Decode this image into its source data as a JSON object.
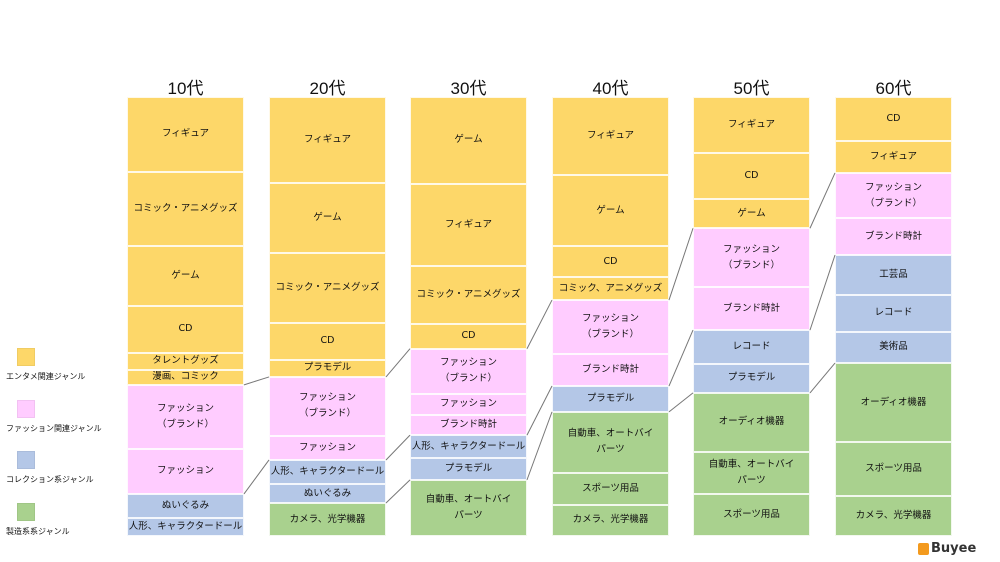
{
  "colors": {
    "entertainment": "#fdd769",
    "fashion": "#ffccff",
    "collection": "#b4c7e7",
    "manufacturing": "#a9d18e",
    "link": "#777777"
  },
  "legend": [
    {
      "key": "entertainment",
      "label": "エンタメ関連ジャンル"
    },
    {
      "key": "fashion",
      "label": "ファッション関連ジャンル"
    },
    {
      "key": "collection",
      "label": "コレクション系ジャンル"
    },
    {
      "key": "manufacturing",
      "label": "製造系系ジャンル"
    }
  ],
  "logo": {
    "text": "Buyee"
  },
  "chart_data": {
    "type": "stacked-bar",
    "unit": "percent share",
    "columns": [
      {
        "title": "10代",
        "segments": [
          {
            "label": "フィギュア",
            "group": "entertainment",
            "value": 17.1
          },
          {
            "label": "コミック・アニメグッズ",
            "group": "entertainment",
            "value": 16.9
          },
          {
            "label": "ゲーム",
            "group": "entertainment",
            "value": 13.7
          },
          {
            "label": "CD",
            "group": "entertainment",
            "value": 10.7
          },
          {
            "label": "タレントグッズ",
            "group": "entertainment",
            "value": 3.9
          },
          {
            "label": "漫画、コミック",
            "group": "entertainment",
            "value": 3.4
          },
          {
            "label": "ファッション\n（ブランド）",
            "group": "fashion",
            "value": 14.6
          },
          {
            "label": "ファッション",
            "group": "fashion",
            "value": 10.3
          },
          {
            "label": "ぬいぐるみ",
            "group": "collection",
            "value": 5.5
          },
          {
            "label": "人形、キャラクタードール",
            "group": "collection",
            "value": 4.1
          }
        ]
      },
      {
        "title": "20代",
        "segments": [
          {
            "label": "フィギュア",
            "group": "entertainment",
            "value": 19.6
          },
          {
            "label": "ゲーム",
            "group": "entertainment",
            "value": 15.9
          },
          {
            "label": "コミック・アニメグッズ",
            "group": "entertainment",
            "value": 15.9
          },
          {
            "label": "CD",
            "group": "entertainment",
            "value": 8.4
          },
          {
            "label": "プラモデル",
            "group": "entertainment",
            "value": 3.9
          },
          {
            "label": "ファッション\n（ブランド）",
            "group": "fashion",
            "value": 13.4
          },
          {
            "label": "ファッション",
            "group": "fashion",
            "value": 5.5
          },
          {
            "label": "人形、キャラクタードール",
            "group": "collection",
            "value": 5.5
          },
          {
            "label": "ぬいぐるみ",
            "group": "collection",
            "value": 4.3
          },
          {
            "label": "カメラ、光学機器",
            "group": "manufacturing",
            "value": 7.5
          }
        ]
      },
      {
        "title": "30代",
        "segments": [
          {
            "label": "ゲーム",
            "group": "entertainment",
            "value": 19.8
          },
          {
            "label": "フィギュア",
            "group": "entertainment",
            "value": 18.7
          },
          {
            "label": "コミック・アニメグッズ",
            "group": "entertainment",
            "value": 13.2
          },
          {
            "label": "CD",
            "group": "entertainment",
            "value": 5.7
          },
          {
            "label": "ファッション\n（ブランド）",
            "group": "fashion",
            "value": 10.3
          },
          {
            "label": "ファッション",
            "group": "fashion",
            "value": 4.8
          },
          {
            "label": "ブランド時計",
            "group": "fashion",
            "value": 4.6
          },
          {
            "label": "人形、キャラクタードール",
            "group": "collection",
            "value": 5.2
          },
          {
            "label": "プラモデル",
            "group": "collection",
            "value": 5.0
          },
          {
            "label": "自動車、オートバイ\nパーツ",
            "group": "manufacturing",
            "value": 12.8
          }
        ]
      },
      {
        "title": "40代",
        "segments": [
          {
            "label": "フィギュア",
            "group": "entertainment",
            "value": 17.8
          },
          {
            "label": "ゲーム",
            "group": "entertainment",
            "value": 16.2
          },
          {
            "label": "CD",
            "group": "entertainment",
            "value": 7.1
          },
          {
            "label": "コミック、アニメグッズ",
            "group": "entertainment",
            "value": 5.2
          },
          {
            "label": "ファッション\n（ブランド）",
            "group": "fashion",
            "value": 12.3
          },
          {
            "label": "ブランド時計",
            "group": "fashion",
            "value": 7.3
          },
          {
            "label": "プラモデル",
            "group": "collection",
            "value": 5.9
          },
          {
            "label": "自動車、オートバイ\nパーツ",
            "group": "manufacturing",
            "value": 13.9
          },
          {
            "label": "スポーツ用品",
            "group": "manufacturing",
            "value": 7.3
          },
          {
            "label": "カメラ、光学機器",
            "group": "manufacturing",
            "value": 7.1
          }
        ]
      },
      {
        "title": "50代",
        "segments": [
          {
            "label": "フィギュア",
            "group": "entertainment",
            "value": 12.8
          },
          {
            "label": "CD",
            "group": "entertainment",
            "value": 10.5
          },
          {
            "label": "ゲーム",
            "group": "entertainment",
            "value": 6.6
          },
          {
            "label": "ファッション\n（ブランド）",
            "group": "fashion",
            "value": 13.4
          },
          {
            "label": "ブランド時計",
            "group": "fashion",
            "value": 9.8
          },
          {
            "label": "レコード",
            "group": "collection",
            "value": 7.7
          },
          {
            "label": "プラモデル",
            "group": "collection",
            "value": 6.6
          },
          {
            "label": "オーディオ機器",
            "group": "manufacturing",
            "value": 13.4
          },
          {
            "label": "自動車、オートバイ\nパーツ",
            "group": "manufacturing",
            "value": 9.6
          },
          {
            "label": "スポーツ用品",
            "group": "manufacturing",
            "value": 9.6
          }
        ]
      },
      {
        "title": "60代",
        "segments": [
          {
            "label": "CD",
            "group": "entertainment",
            "value": 10.0
          },
          {
            "label": "フィギュア",
            "group": "entertainment",
            "value": 7.3
          },
          {
            "label": "ファッション\n（ブランド）",
            "group": "fashion",
            "value": 10.3
          },
          {
            "label": "ブランド時計",
            "group": "fashion",
            "value": 8.4
          },
          {
            "label": "工芸品",
            "group": "collection",
            "value": 9.1
          },
          {
            "label": "レコード",
            "group": "collection",
            "value": 8.4
          },
          {
            "label": "美術品",
            "group": "collection",
            "value": 7.1
          },
          {
            "label": "オーディオ機器",
            "group": "manufacturing",
            "value": 18.0
          },
          {
            "label": "スポーツ用品",
            "group": "manufacturing",
            "value": 12.3
          },
          {
            "label": "カメラ、光学機器",
            "group": "manufacturing",
            "value": 9.1
          }
        ]
      }
    ]
  }
}
